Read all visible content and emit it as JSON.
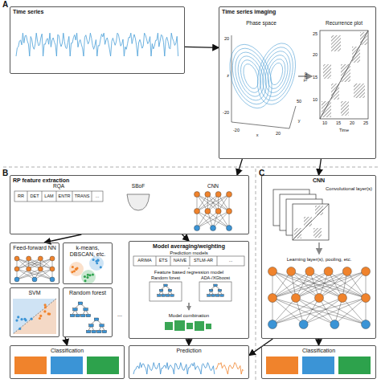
{
  "diagram": {
    "nodes": [
      {
        "text": [
          "Time series"
        ]
      },
      {
        "text": [
          "Time series imaging"
        ]
      },
      {
        "text": [
          "RP feature extraction"
        ]
      },
      {
        "text": [
          "Feed-forward NN"
        ]
      },
      {
        "text": [
          "k-means, DBSCAN, etc."
        ]
      },
      {
        "text": [
          "SVM"
        ]
      },
      {
        "text": [
          "Random forest"
        ]
      },
      {
        "text": [
          "Model averaging/weighting"
        ]
      },
      {
        "text": [
          "Classification"
        ]
      },
      {
        "text": [
          "Prediction"
        ]
      },
      {
        "text": [
          "CNN"
        ]
      },
      {
        "text": [
          "Classification"
        ]
      }
    ],
    "edges": [
      {
        "from": 0,
        "to": 1,
        "arrow": "to"
      },
      {
        "from": 1,
        "to": 2,
        "arrow": "to"
      },
      {
        "from": 1,
        "to": 10,
        "arrow": "to"
      },
      {
        "from": 2,
        "to": 3,
        "arrow": "to"
      },
      {
        "from": 2,
        "to": 7,
        "arrow": "to"
      },
      {
        "from": 6,
        "to": 8,
        "arrow": "to"
      },
      {
        "from": 7,
        "to": 9,
        "arrow": "to"
      },
      {
        "from": 10,
        "to": 9,
        "arrow": "to"
      },
      {
        "from": 10,
        "to": 11,
        "arrow": "to"
      }
    ],
    "labels": [
      "A",
      "Phase space",
      "Recurrence plot",
      "20",
      "z",
      "-20",
      "-20",
      "x",
      "20",
      "y",
      "50",
      "25",
      "20",
      "15",
      "10",
      "Time",
      "10",
      "15",
      "20",
      "25",
      "Time",
      "B",
      "RQA",
      "RR",
      "DET",
      "LAM",
      "ENTR",
      "TRANS",
      "...",
      "SBoF",
      "CNN",
      "...",
      "Prediction models",
      "ARIMA",
      "ETS",
      "NAIVE",
      "STLM-AR",
      "...",
      "Feature based regression model",
      "Random forest",
      "ADA-/XGboost",
      "Model combination",
      "C",
      "Convolutional layer(s)",
      "Learning layer(s), pooling, etc."
    ]
  }
}
